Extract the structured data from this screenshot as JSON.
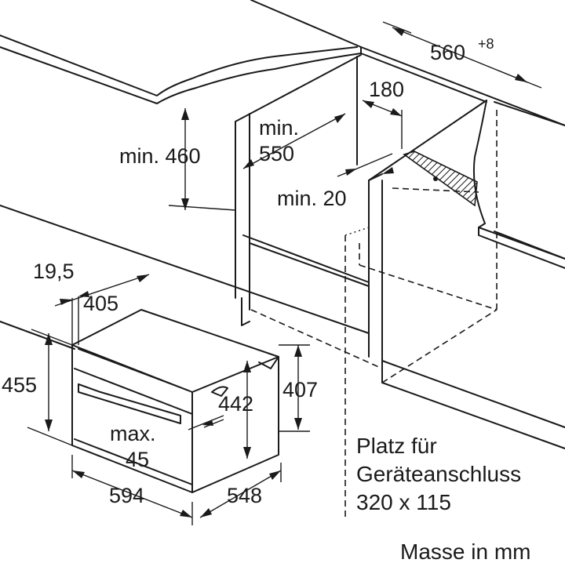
{
  "dimensions": {
    "niche_depth": "560",
    "niche_depth_tolerance": "+8",
    "cutout_width": "180",
    "min_height": "min. 460",
    "min_550_prefix": "min.",
    "min_550_value": "550",
    "min_gap": "min. 20",
    "front_offset": "19,5",
    "appliance_depth_inner": "405",
    "appliance_height": "455",
    "frame_height": "442",
    "side_height": "407",
    "max_prefix": "max.",
    "max_value": "45",
    "appliance_width": "594",
    "appliance_depth": "548"
  },
  "notes": {
    "connection_line1": "Platz für",
    "connection_line2": "Geräteanschluss",
    "connection_line3": "320 x 115",
    "units": "Masse in mm"
  },
  "colors": {
    "line": "#1a1a1a",
    "background": "#ffffff"
  }
}
